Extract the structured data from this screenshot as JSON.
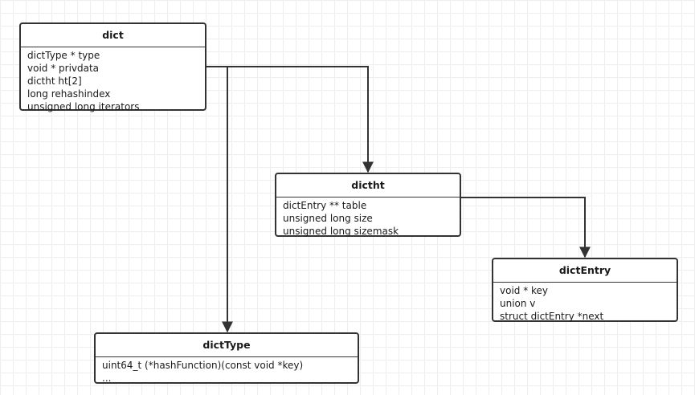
{
  "diagram": {
    "classes": [
      {
        "id": "dict",
        "name": "dict",
        "fields": [
          "dictType * type",
          "void * privdata",
          "dictht ht[2]",
          "long rehashindex",
          "unsigned long iterators"
        ]
      },
      {
        "id": "dictht",
        "name": "dictht",
        "fields": [
          "dictEntry ** table",
          "unsigned long size",
          "unsigned long sizemask"
        ]
      },
      {
        "id": "dictEntry",
        "name": "dictEntry",
        "fields": [
          "void * key",
          "union v",
          "struct dictEntry *next"
        ]
      },
      {
        "id": "dictType",
        "name": "dictType",
        "fields": [
          "uint64_t (*hashFunction)(const void *key)",
          "..."
        ]
      }
    ],
    "relations": [
      {
        "from": "dict",
        "to": "dictht"
      },
      {
        "from": "dict",
        "to": "dictType"
      },
      {
        "from": "dictht",
        "to": "dictEntry"
      }
    ],
    "colors": {
      "border": "#333333",
      "text": "#1a1a1a",
      "grid": "#eeeeee",
      "background": "#ffffff"
    }
  }
}
